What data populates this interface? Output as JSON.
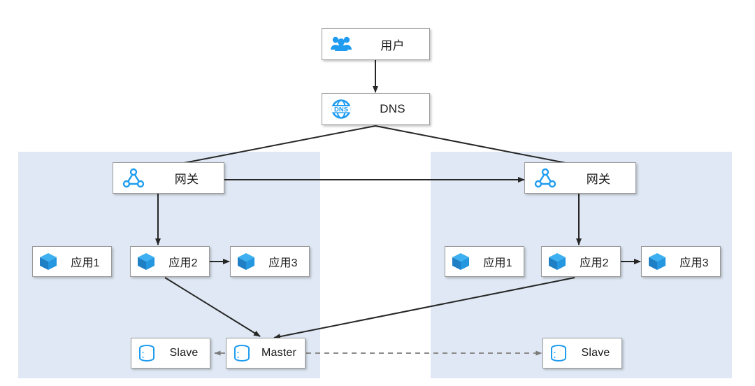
{
  "diagram": {
    "title": "multi-region high availability architecture",
    "colors": {
      "zone_fill": "#dfe8f4",
      "icon_blue": "#1f9cf0",
      "node_border": "#9a9a9a",
      "edge": "#262626",
      "dashed_edge": "#8a8a8a",
      "canvas": "#ffffff"
    }
  },
  "zones": [
    {
      "name": "left-availability-zone",
      "label": ""
    },
    {
      "name": "right-availability-zone",
      "label": ""
    }
  ],
  "nodes": {
    "user": {
      "label": "用户",
      "icon": "users-icon"
    },
    "dns": {
      "label": "DNS",
      "icon": "dns-globe-icon"
    },
    "gateway_left": {
      "label": "网关",
      "icon": "gateway-icon"
    },
    "gateway_right": {
      "label": "网关",
      "icon": "gateway-icon"
    },
    "app_left_1": {
      "label": "应用1",
      "icon": "cube-icon"
    },
    "app_left_2": {
      "label": "应用2",
      "icon": "cube-icon"
    },
    "app_left_3": {
      "label": "应用3",
      "icon": "cube-icon"
    },
    "app_right_1": {
      "label": "应用1",
      "icon": "cube-icon"
    },
    "app_right_2": {
      "label": "应用2",
      "icon": "cube-icon"
    },
    "app_right_3": {
      "label": "应用3",
      "icon": "cube-icon"
    },
    "db_slave_left": {
      "label": "Slave",
      "icon": "database-icon"
    },
    "db_master": {
      "label": "Master",
      "icon": "database-icon"
    },
    "db_slave_right": {
      "label": "Slave",
      "icon": "database-icon"
    }
  },
  "edges": [
    {
      "name": "user-to-dns",
      "from": "user",
      "to": "dns",
      "style": "solid"
    },
    {
      "name": "dns-to-gateway-left",
      "from": "dns",
      "to": "gateway_left",
      "style": "solid"
    },
    {
      "name": "dns-to-gateway-right",
      "from": "dns",
      "to": "gateway_right",
      "style": "solid"
    },
    {
      "name": "gateway-left-to-gateway-right",
      "from": "gateway_left",
      "to": "gateway_right",
      "style": "solid"
    },
    {
      "name": "gateway-left-to-app2",
      "from": "gateway_left",
      "to": "app_left_2",
      "style": "solid"
    },
    {
      "name": "gateway-right-to-app2",
      "from": "gateway_right",
      "to": "app_right_2",
      "style": "solid"
    },
    {
      "name": "app-left-2-to-app-left-3",
      "from": "app_left_2",
      "to": "app_left_3",
      "style": "solid"
    },
    {
      "name": "app-right-2-to-app-right-3",
      "from": "app_right_2",
      "to": "app_right_3",
      "style": "solid"
    },
    {
      "name": "app-left-2-to-master",
      "from": "app_left_2",
      "to": "db_master",
      "style": "solid"
    },
    {
      "name": "app-right-2-to-master",
      "from": "app_right_2",
      "to": "db_master",
      "style": "solid"
    },
    {
      "name": "master-to-slave-left",
      "from": "db_master",
      "to": "db_slave_left",
      "style": "dashed"
    },
    {
      "name": "master-to-slave-right",
      "from": "db_master",
      "to": "db_slave_right",
      "style": "dashed"
    }
  ]
}
